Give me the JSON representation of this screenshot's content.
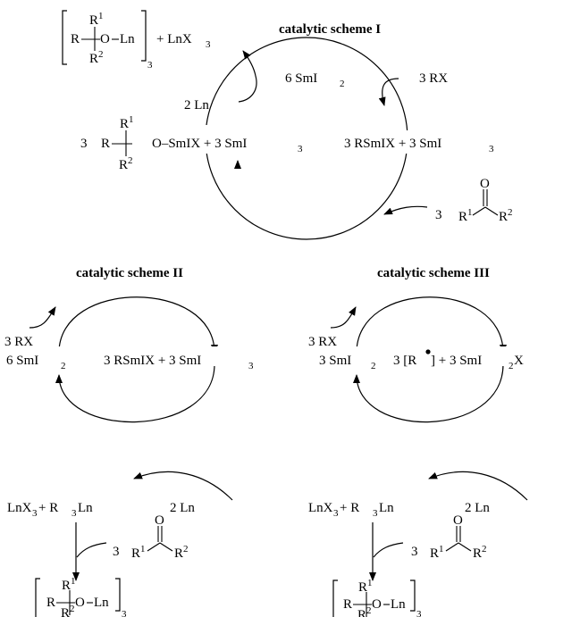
{
  "scheme1": {
    "title": "catalytic scheme I",
    "product_left": "3",
    "product_coeff_right": "+ LnX",
    "product_coeff_sub": "3",
    "product_bracket_sub": "3",
    "ln_reagent": "2 Ln",
    "smi2": "6 SmI",
    "smi2_sub": "2",
    "rx": "3 RX",
    "rsmix": "3 RSmIX + 3 SmI",
    "rsmix_sub": "3",
    "alkoxide_tail": "O–SmIX + 3 SmI",
    "alkoxide_sub": "3",
    "ketone_coeff": "3"
  },
  "scheme2": {
    "title": "catalytic scheme II",
    "rx": "3 RX",
    "smi2": "6 SmI",
    "smi2_sub": "2",
    "rsmix": "3 RSmIX + 3 SmI",
    "rsmix_sub": "3",
    "lnx3": "LnX",
    "lnx3_sub": "3",
    "r3ln_pre": " + R",
    "r3ln_sub": "3",
    "r3ln_post": "Ln",
    "ln_reagent": "2 Ln",
    "ketone_coeff": "3",
    "bracket_sub": "3"
  },
  "scheme3": {
    "title": "catalytic scheme III",
    "rx": "3 RX",
    "smi2": "3 SmI",
    "smi2_sub": "2",
    "radical": "3 [R",
    "radical_post": "] + 3 SmI",
    "radical_sub": "2",
    "radical_tail": "X",
    "lnx3": "LnX",
    "lnx3_sub": "3",
    "r3ln_pre": " + R",
    "r3ln_sub": "3",
    "r3ln_post": "Ln",
    "ln_reagent": "2 Ln",
    "ketone_coeff": "3",
    "bracket_sub": "3"
  },
  "labels": {
    "R": "R",
    "R1": "R",
    "R2": "R",
    "sup1": "1",
    "sup2": "2",
    "O": "O",
    "Ln": "Ln"
  }
}
